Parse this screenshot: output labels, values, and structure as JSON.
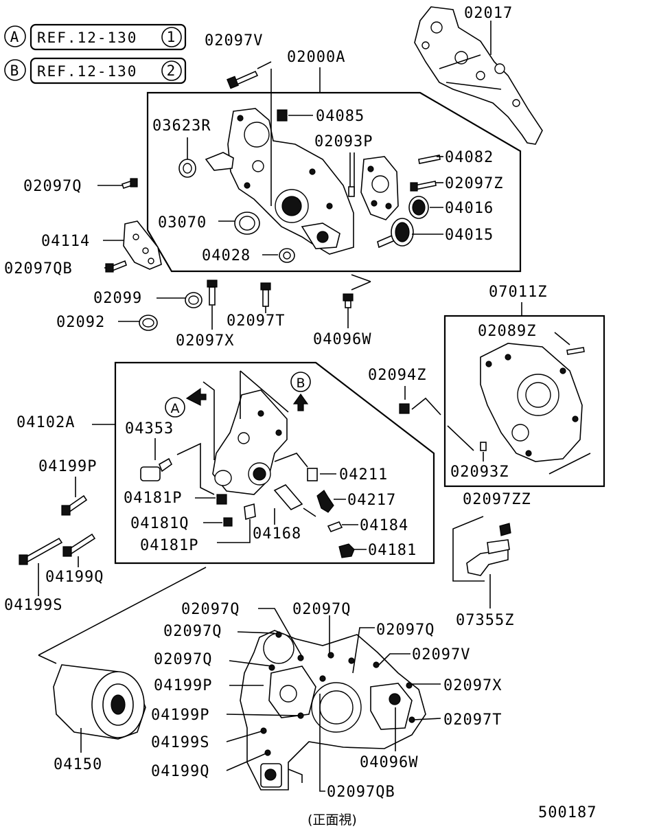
{
  "refs": [
    {
      "letter": "A",
      "text": "REF.12-130",
      "num": "1"
    },
    {
      "letter": "B",
      "text": "REF.12-130",
      "num": "2"
    }
  ],
  "labels": {
    "l02017": "02017",
    "l02097V_top": "02097V",
    "l02000A": "02000A",
    "l03623R": "03623R",
    "l04085": "04085",
    "l02093P": "02093P",
    "l04082": "04082",
    "l02097Z": "02097Z",
    "l04016": "04016",
    "l04015": "04015",
    "l02097Q_left": "02097Q",
    "l03070": "03070",
    "l04114": "04114",
    "l04028": "04028",
    "l02097QB_left": "02097QB",
    "l02099": "02099",
    "l02092": "02092",
    "l02097T_mid": "02097T",
    "l02097X_mid": "02097X",
    "l04096W_mid": "04096W",
    "l07011Z": "07011Z",
    "l02089Z": "02089Z",
    "l02094Z": "02094Z",
    "l04102A": "04102A",
    "l04353": "04353",
    "l04199P_left": "04199P",
    "l04211": "04211",
    "l04217": "04217",
    "l04181P_a": "04181P",
    "l04181Q": "04181Q",
    "l04168": "04168",
    "l04184": "04184",
    "l04181P_b": "04181P",
    "l04181": "04181",
    "l02093Z": "02093Z",
    "l02097ZZ": "02097ZZ",
    "l04199Q_left": "04199Q",
    "l04199S_left": "04199S",
    "l07355Z": "07355Z",
    "l02097Q_b1": "02097Q",
    "l02097Q_b2": "02097Q",
    "l02097Q_b3": "02097Q",
    "l02097Q_b4": "02097Q",
    "l02097Q_b5": "02097Q",
    "l02097V_b": "02097V",
    "l04199P_b1": "04199P",
    "l02097X_b": "02097X",
    "l04199P_b2": "04199P",
    "l02097T_b": "02097T",
    "l04199S_b": "04199S",
    "l04150": "04150",
    "l04096W_b": "04096W",
    "l04199Q_b": "04199Q",
    "l02097QB_b": "02097QB",
    "marker_A": "A",
    "marker_B": "B",
    "view_note": "(正面視)",
    "diagram_no": "500187"
  }
}
